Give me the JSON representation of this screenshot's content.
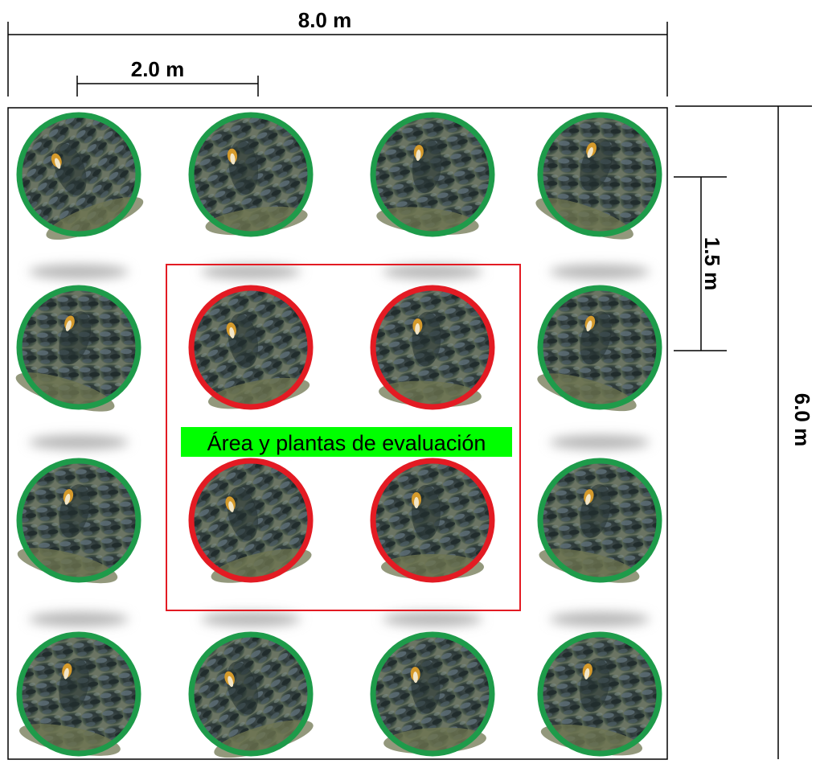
{
  "dimensions": {
    "plot_width": "8.0 m",
    "plant_spacing_x": "2.0 m",
    "row_spacing_y": "1.5 m",
    "plot_height": "6.0 m"
  },
  "evaluation_area": {
    "label": "Área y plantas de evaluación",
    "label_background": "#00ff00",
    "border_color": "#e31b23"
  },
  "plants": {
    "rows": 4,
    "columns": 4,
    "border_plant_ring_color": "#1e9b4a",
    "evaluation_plant_ring_color": "#e31b23",
    "evaluation_plants": [
      [
        1,
        1
      ],
      [
        1,
        2
      ],
      [
        2,
        1
      ],
      [
        2,
        2
      ]
    ]
  }
}
